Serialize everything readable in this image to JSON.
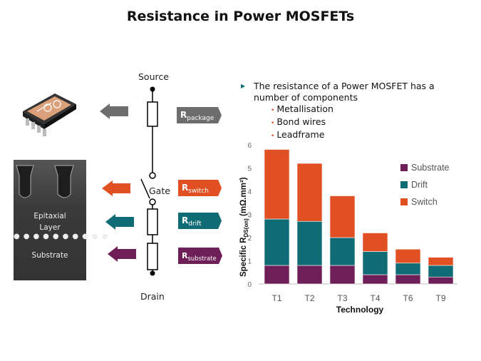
{
  "title": "Resistance in Power MOSFETs",
  "circuit": {
    "source": "Source",
    "gate": "Gate",
    "drain": "Drain"
  },
  "tags": {
    "package": {
      "r": "R",
      "sub": "package",
      "color": "#6d6d6d"
    },
    "switch": {
      "r": "R",
      "sub": "switch",
      "color": "#e05022"
    },
    "drift": {
      "r": "R",
      "sub": "drift",
      "color": "#0f6b74"
    },
    "substrate": {
      "r": "R",
      "sub": "substrate",
      "color": "#6e1f57"
    }
  },
  "sem": {
    "epitaxial": "Epitaxial",
    "layer": "Layer",
    "substrate": "Substrate"
  },
  "bullets": {
    "main": "The resistance of a Power MOSFET has a number of components",
    "items": [
      "Metallisation",
      "Bond wires",
      "Leadframe"
    ]
  },
  "chart_data": {
    "type": "bar",
    "stacked": true,
    "categories": [
      "T1",
      "T2",
      "T3",
      "T4",
      "T6",
      "T9"
    ],
    "series": [
      {
        "name": "Substrate",
        "color": "#6e1f57",
        "values": [
          0.8,
          0.8,
          0.8,
          0.4,
          0.4,
          0.3
        ]
      },
      {
        "name": "Drift",
        "color": "#0f6b74",
        "values": [
          2.0,
          1.9,
          1.2,
          1.0,
          0.5,
          0.5
        ]
      },
      {
        "name": "Switch",
        "color": "#e05022",
        "values": [
          3.0,
          2.5,
          1.8,
          0.8,
          0.6,
          0.35
        ]
      }
    ],
    "xlabel": "Technology",
    "ylabel": "Specific R",
    "ylabel_sub": "DS(on)",
    "ylabel_unit": " (mΩ.mm²)",
    "ylim": [
      0,
      6
    ],
    "yticks": [
      "0",
      "1",
      "2",
      "3",
      "4",
      "5",
      "6"
    ],
    "legend": "top-right"
  }
}
